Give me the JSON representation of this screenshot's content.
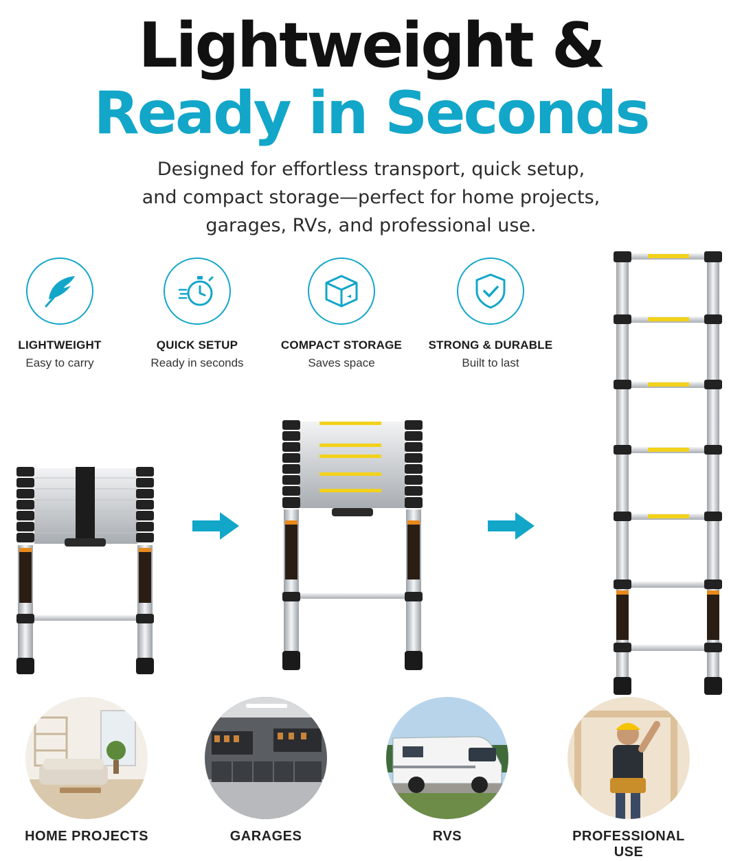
{
  "headline": {
    "line1": "Lightweight &",
    "line2": "Ready in Seconds"
  },
  "subtitle": {
    "line1": "Designed for effortless transport, quick setup,",
    "line2": "and compact storage—perfect for home projects,",
    "line3": "garages, RVs, and professional use."
  },
  "features": [
    {
      "icon": "feather-icon",
      "title": "LIGHTWEIGHT",
      "subtitle": "Easy to carry"
    },
    {
      "icon": "stopwatch-icon",
      "title": "QUICK SETUP",
      "subtitle": "Ready in seconds"
    },
    {
      "icon": "box-icon",
      "title": "COMPACT STORAGE",
      "subtitle": "Saves space"
    },
    {
      "icon": "shield-check-icon",
      "title": "STRONG & DURABLE",
      "subtitle": "Built to last"
    }
  ],
  "use_cases": [
    {
      "image": "living-room-photo",
      "label": "HOME PROJECTS"
    },
    {
      "image": "garage-photo",
      "label": "GARAGES"
    },
    {
      "image": "rv-photo",
      "label": "RVS"
    },
    {
      "image": "worker-photo",
      "label": "PROFESSIONAL USE"
    }
  ],
  "colors": {
    "accent": "#12a6c9",
    "text": "#111111"
  }
}
